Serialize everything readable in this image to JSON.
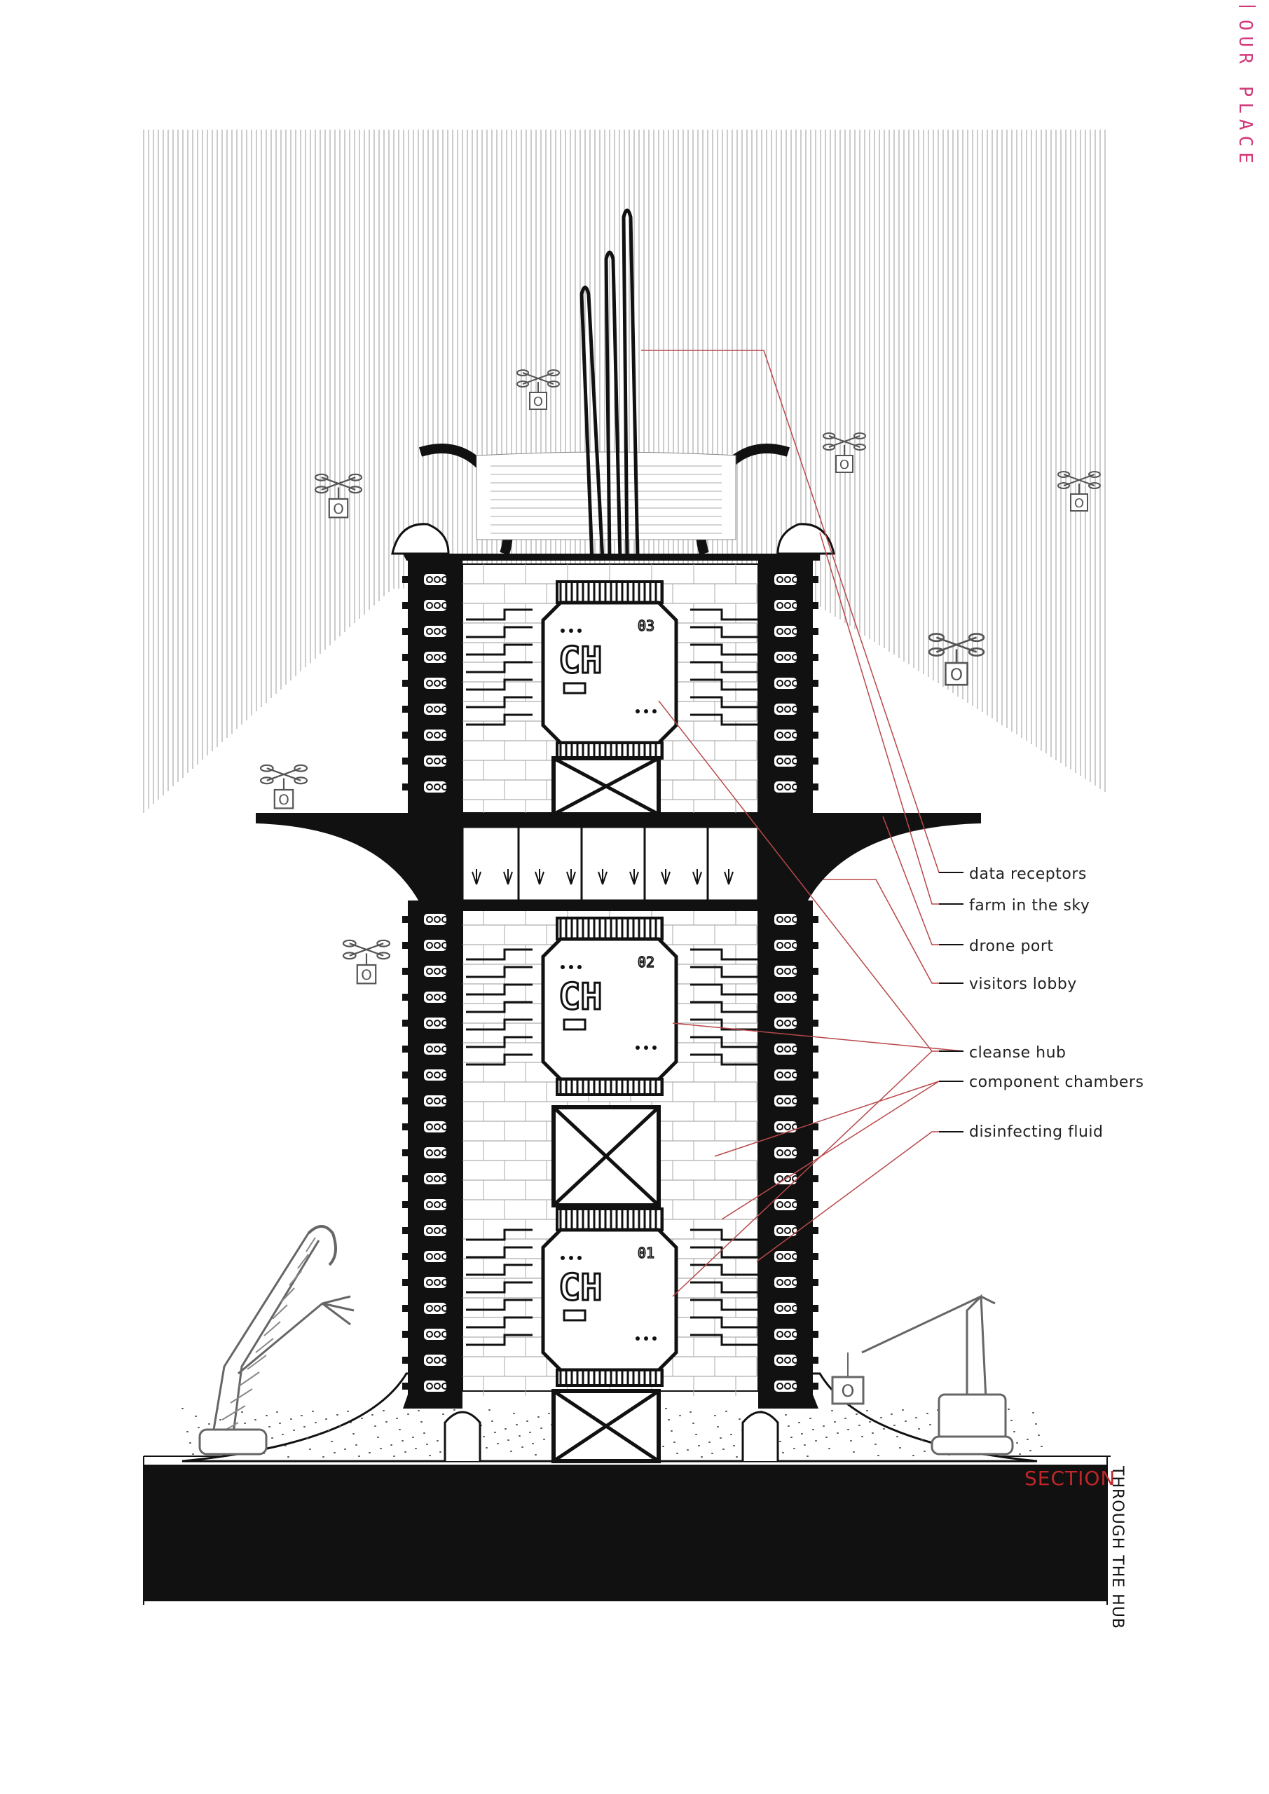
{
  "page": {
    "side_title": "OUR PLACE",
    "section_word": "SECTION",
    "section_sub": "THROUGH THE HUB"
  },
  "colors": {
    "ink": "#111111",
    "accent_pink": "#d23a7a",
    "leader_red": "#b8484a",
    "section_red": "#c0262a",
    "hatch": "#9a9a9a"
  },
  "labels": [
    {
      "key": "data_receptors",
      "text": "data receptors"
    },
    {
      "key": "farm_in_the_sky",
      "text": "farm in the sky"
    },
    {
      "key": "drone_port",
      "text": "drone port"
    },
    {
      "key": "visitors_lobby",
      "text": "visitors lobby"
    },
    {
      "key": "cleanse_hub",
      "text": "cleanse hub"
    },
    {
      "key": "component_chambers",
      "text": "component chambers"
    },
    {
      "key": "disinfecting_fluid",
      "text": "disinfecting fluid"
    }
  ],
  "chambers": [
    {
      "tag": "CH",
      "number": "03"
    },
    {
      "tag": "CH",
      "number": "02"
    },
    {
      "tag": "CH",
      "number": "01"
    }
  ],
  "drone_box_glyph": "O",
  "crane_box_glyph": "O"
}
